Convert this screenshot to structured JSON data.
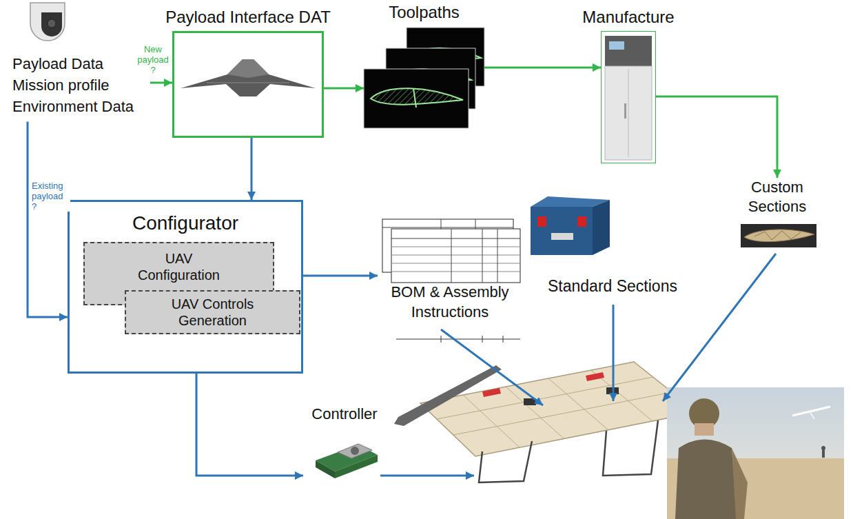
{
  "diagram": {
    "nodes": [
      {
        "text": [
          "Payload Data Mission profile Environment Data"
        ]
      },
      {
        "text": [
          "Payload Interface DAT"
        ]
      },
      {
        "text": [
          "Toolpaths"
        ]
      },
      {
        "text": [
          "Manufacture"
        ]
      },
      {
        "text": [
          "Custom Sections"
        ]
      },
      {
        "text": [
          "Configurator"
        ]
      },
      {
        "text": [
          "UAV Configuration"
        ],
        "in": 5
      },
      {
        "text": [
          "UAV Controls Generation"
        ],
        "in": 5
      },
      {
        "text": [
          "BOM & Assembly Instructions"
        ]
      },
      {
        "text": [
          "Standard Sections"
        ]
      },
      {
        "text": [
          "Controller"
        ]
      }
    ],
    "edges": [
      {
        "from": 0,
        "to": 1,
        "arrow": "to",
        "label": "New payload ?"
      },
      {
        "from": 0,
        "to": 5,
        "arrow": "to",
        "label": "Existing payload ?"
      },
      {
        "from": 1,
        "to": 2,
        "arrow": "to"
      },
      {
        "from": 2,
        "to": 3,
        "arrow": "to"
      },
      {
        "from": 3,
        "to": 4,
        "arrow": "to"
      },
      {
        "from": 1,
        "to": 5,
        "arrow": "to"
      },
      {
        "from": 5,
        "to": 8,
        "arrow": "to"
      },
      {
        "from": 5,
        "to": 10,
        "arrow": "to"
      }
    ]
  }
}
